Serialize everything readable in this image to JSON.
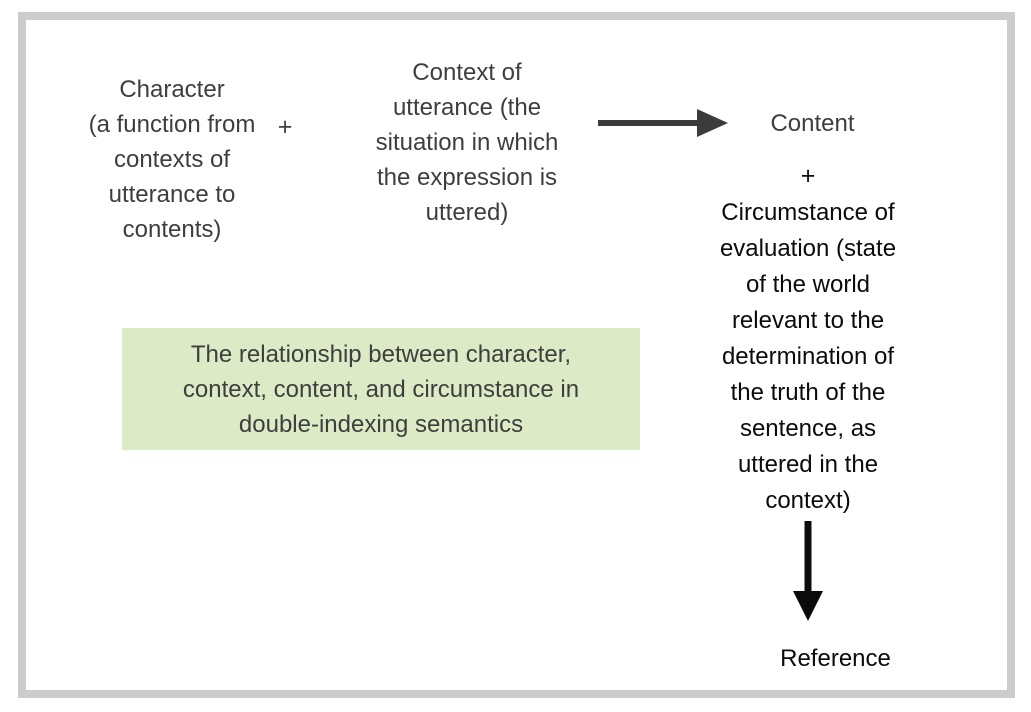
{
  "figure": {
    "character_block": {
      "lines": [
        "Character",
        "(a function from",
        "contexts of",
        "utterance to",
        "contents)"
      ]
    },
    "plus_top": "+",
    "context_block": {
      "lines": [
        "Context of",
        "utterance (the",
        "situation in which",
        "the expression is",
        "uttered)"
      ]
    },
    "content_label": "Content",
    "plus_right": "+",
    "circumstance_block": {
      "lines": [
        "Circumstance of",
        "evaluation (state",
        "of the world",
        "relevant to the",
        "determination of",
        "the truth of the",
        "sentence, as",
        "uttered in the",
        "context)"
      ]
    },
    "reference_label": "Reference",
    "caption_box": {
      "lines": [
        "The relationship between character,",
        "context, content, and circumstance in",
        "double-indexing semantics"
      ]
    },
    "colors": {
      "frame_border": "#cccccc",
      "gray_text": "#3e3e3e",
      "black_text": "#0b0b0b",
      "caption_bg": "#dcebc6",
      "arrow_right": "#3b3b3b",
      "arrow_down": "#0b0b0b"
    }
  }
}
